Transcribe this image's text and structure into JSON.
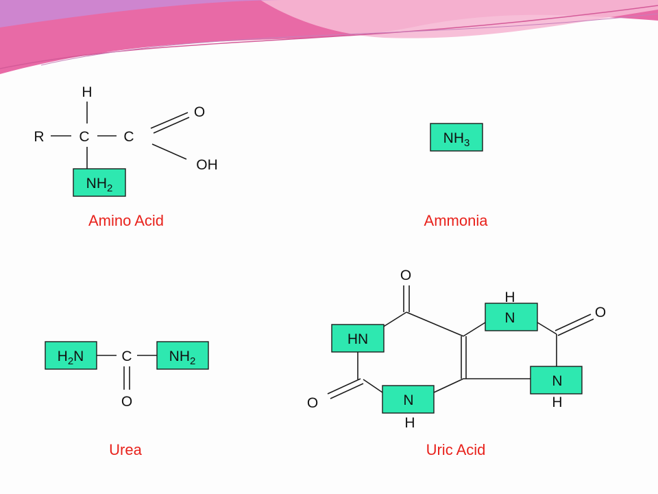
{
  "colors": {
    "box_fill": "#2ee8b0",
    "caption": "#e8211b",
    "banner_pink": "#e86aa6",
    "banner_light": "#f6b8d4",
    "banner_violet": "#c98ad6"
  },
  "amino_acid": {
    "caption": "Amino Acid",
    "atom_r": "R",
    "atom_c1": "C",
    "atom_c2": "C",
    "atom_h": "H",
    "atom_o": "O",
    "atom_oh": "OH",
    "nh2_main": "NH",
    "nh2_sub": "2"
  },
  "ammonia": {
    "caption": "Ammonia",
    "nh3_main": "NH",
    "nh3_sub": "3"
  },
  "urea": {
    "caption": "Urea",
    "left_h": "H",
    "left_sub": "2",
    "left_n": "N",
    "atom_c": "C",
    "atom_o": "O",
    "right_main": "NH",
    "right_sub": "2"
  },
  "uric_acid": {
    "caption": "Uric Acid",
    "hn": "HN",
    "n_bottom": "N",
    "h_bottom": "H",
    "n_top_right": "N",
    "h_top_right": "H",
    "n_right": "N",
    "h_right": "H",
    "o_top": "O",
    "o_left": "O",
    "o_right": "O"
  }
}
